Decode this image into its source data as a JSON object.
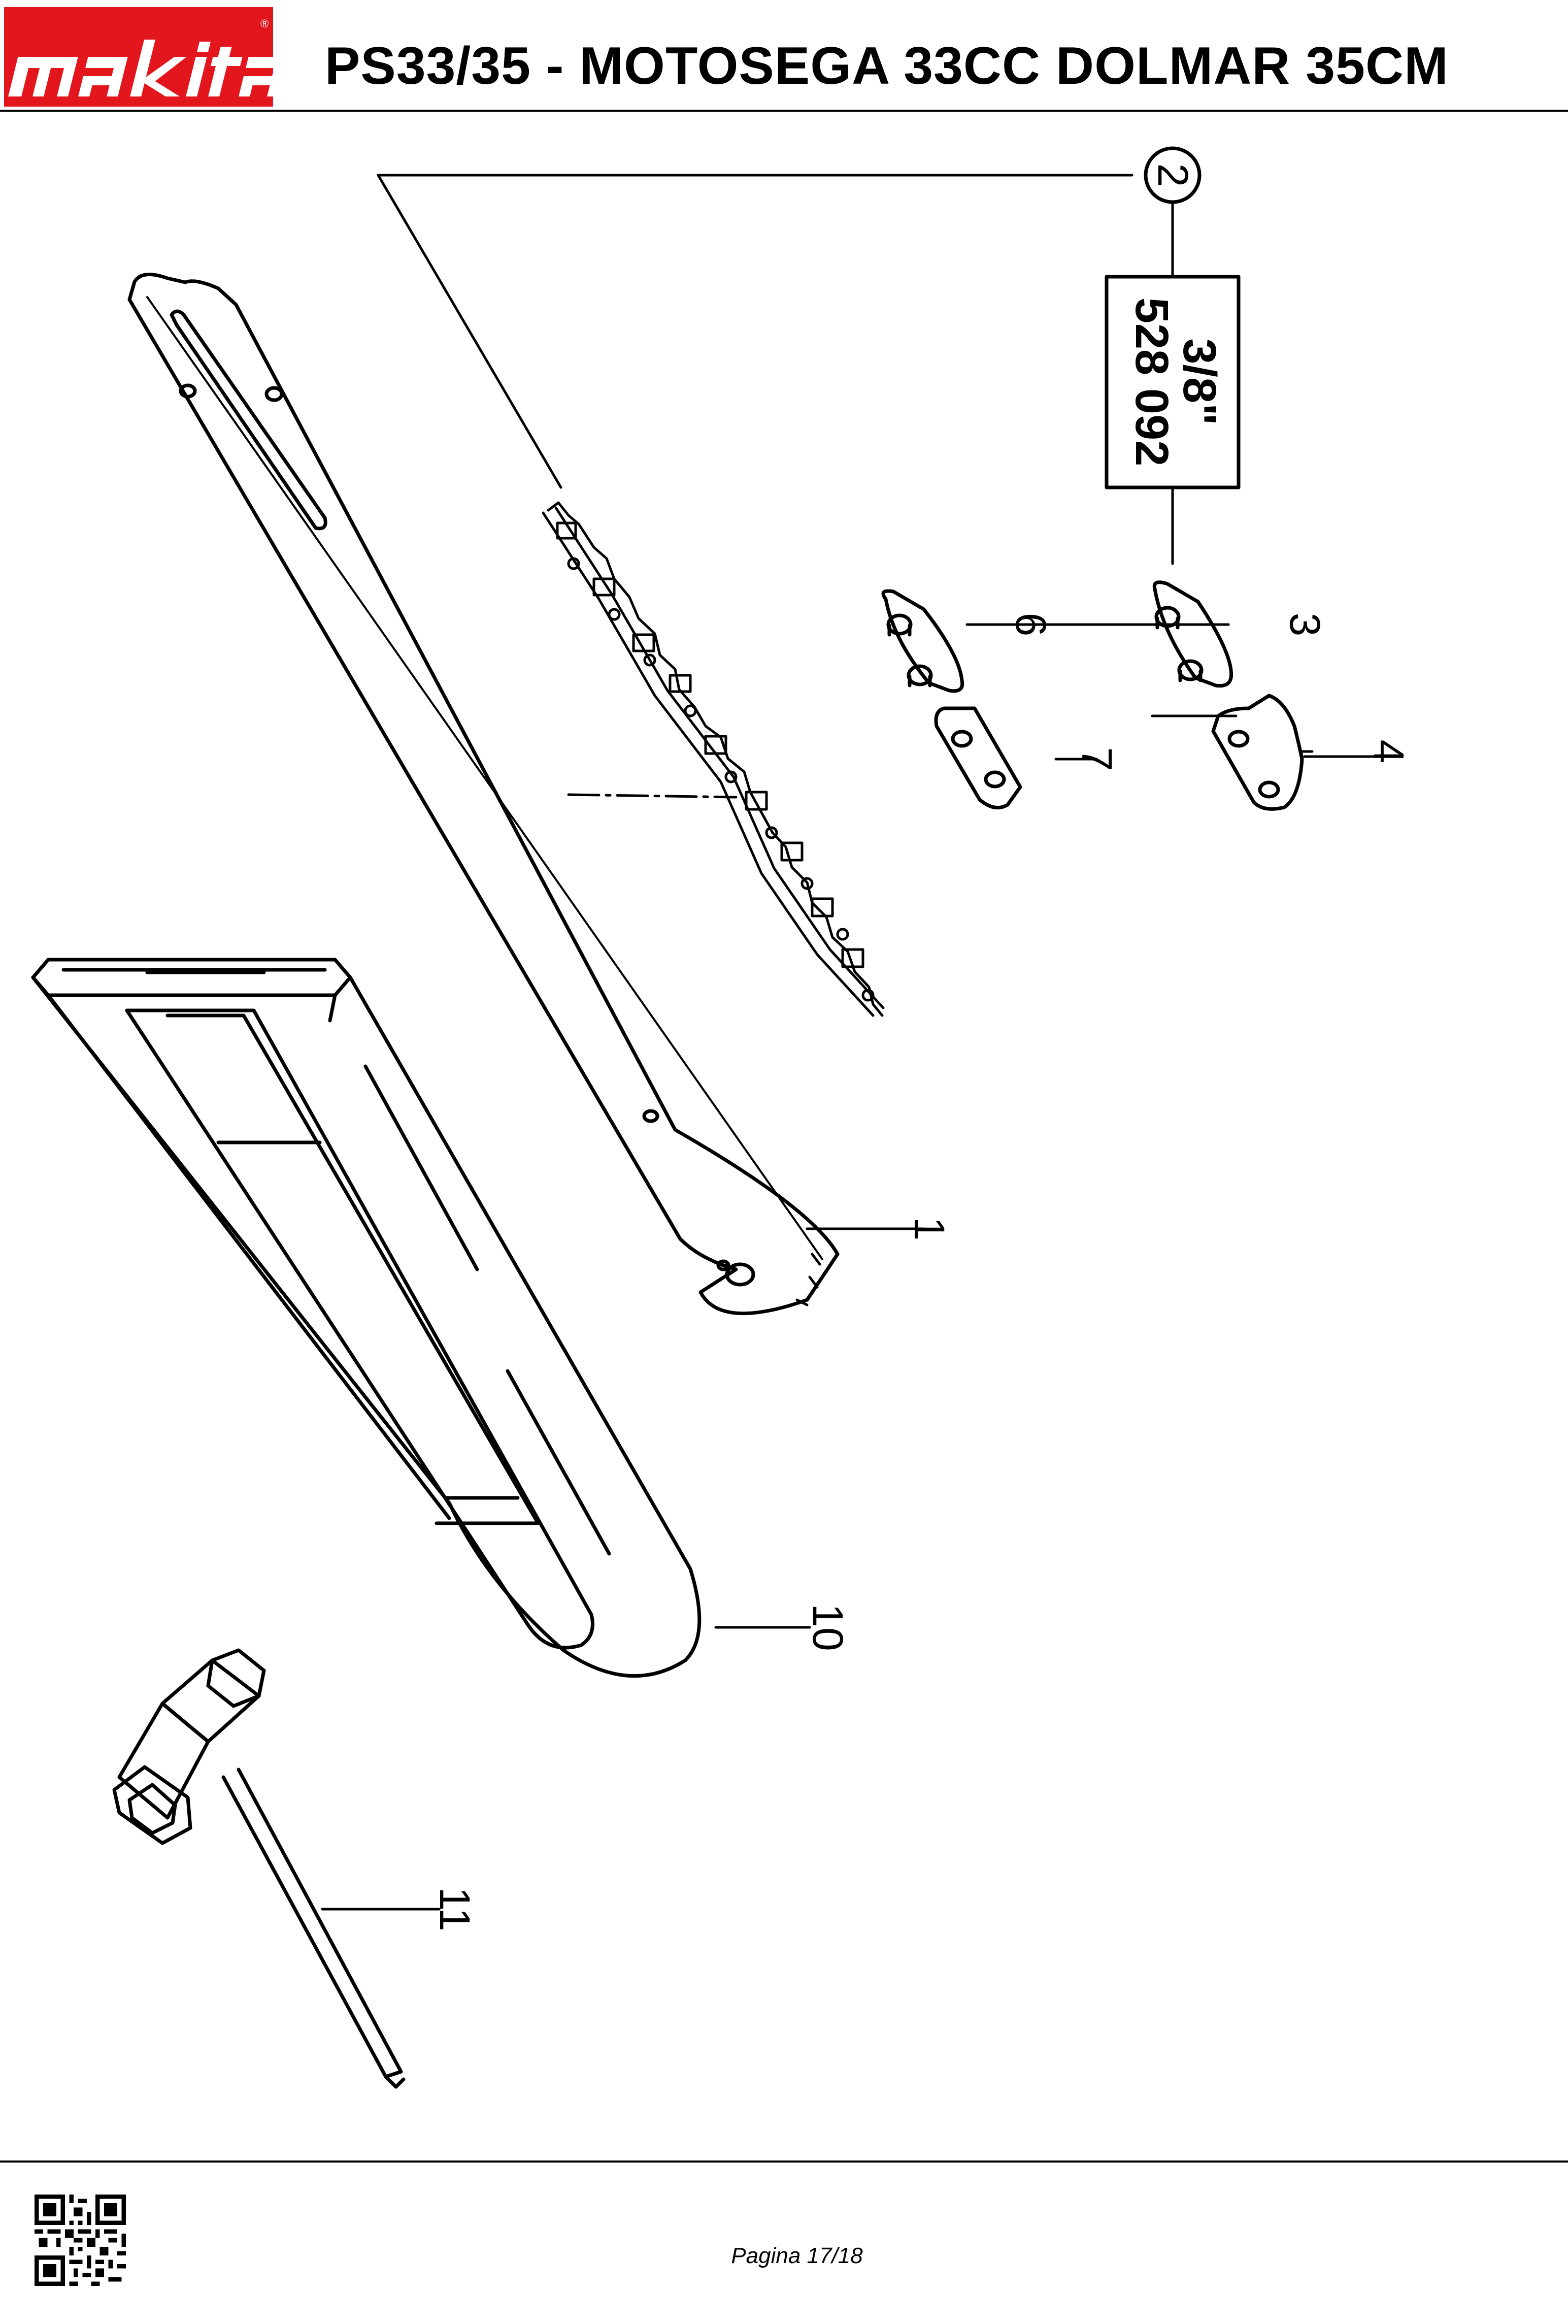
{
  "header": {
    "brand": "makita",
    "brand_color": "#e3161d",
    "title": "PS33/35 - MOTOSEGA 33CC DOLMAR 35CM"
  },
  "diagram": {
    "group": {
      "number": "2",
      "pitch": "3/8\"",
      "part_code": "528 092"
    },
    "callouts": [
      "1",
      "3",
      "4",
      "6",
      "7",
      "10",
      "11"
    ]
  },
  "footer": {
    "page_label": "Pagina 17/18",
    "qr_icon": "qr-code-icon"
  }
}
